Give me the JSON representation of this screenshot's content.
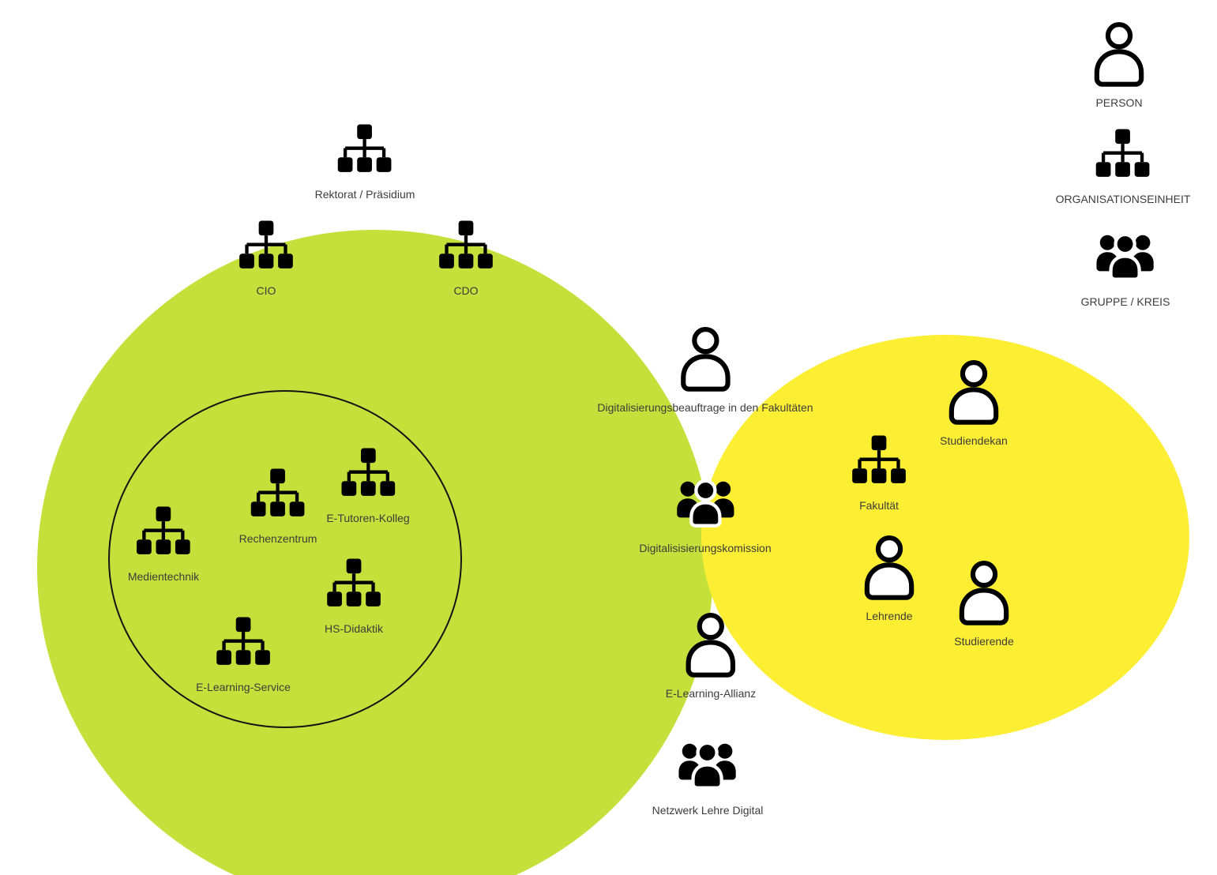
{
  "colors": {
    "green_circle": "#c5e03a",
    "yellow_circle": "#fcee33",
    "icon": "#000000",
    "label_text": "#3c3c3c"
  },
  "legend": {
    "person": {
      "label": "PERSON",
      "icon": "person-icon"
    },
    "organisationseinheit": {
      "label": "ORGANISATIONSEINHEIT",
      "icon": "orgunit-icon"
    },
    "gruppe_kreis": {
      "label": "GRUPPE / KREIS",
      "icon": "group-icon"
    }
  },
  "nodes": {
    "rektorat": {
      "label": "Rektorat / Präsidium",
      "icon": "orgunit-icon"
    },
    "cio": {
      "label": "CIO",
      "icon": "orgunit-icon"
    },
    "cdo": {
      "label": "CDO",
      "icon": "orgunit-icon"
    },
    "rechenzentrum": {
      "label": "Rechenzentrum",
      "icon": "orgunit-icon"
    },
    "e_tutoren_kolleg": {
      "label": "E-Tutoren-Kolleg",
      "icon": "orgunit-icon"
    },
    "medientechnik": {
      "label": "Medientechnik",
      "icon": "orgunit-icon"
    },
    "hs_didaktik": {
      "label": "HS-Didaktik",
      "icon": "orgunit-icon"
    },
    "e_learning_service": {
      "label": "E-Learning-Service",
      "icon": "orgunit-icon"
    },
    "digitalisierungsbeauftragte": {
      "label": "Digitalisierungsbeauftrage in den Fakultäten",
      "icon": "person-icon"
    },
    "digitalisierungskomission": {
      "label": "Digitalisisierungskomission",
      "icon": "group-icon"
    },
    "e_learning_allianz": {
      "label": "E-Learning-Allianz",
      "icon": "person-icon"
    },
    "netzwerk_lehre_digital": {
      "label": "Netzwerk Lehre Digital",
      "icon": "group-icon"
    },
    "studiendekan": {
      "label": "Studiendekan",
      "icon": "person-icon"
    },
    "fakultaet": {
      "label": "Fakultät",
      "icon": "orgunit-icon"
    },
    "lehrende": {
      "label": "Lehrende",
      "icon": "person-icon"
    },
    "studierende": {
      "label": "Studierende",
      "icon": "person-icon"
    }
  }
}
